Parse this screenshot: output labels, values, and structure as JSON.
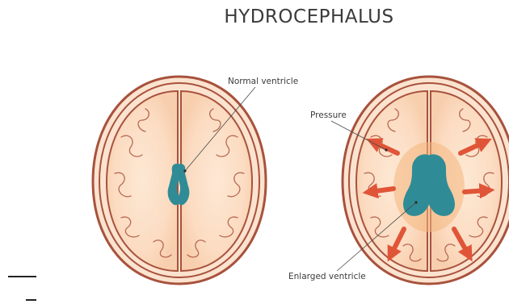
{
  "diagram": {
    "title": "HYDROCEPHALUS",
    "labels": {
      "normal_ventricle": "Normal ventricle",
      "pressure": "Pressure",
      "enlarged_ventricle": "Enlarged ventricle"
    }
  },
  "colors": {
    "skull_outline": "#a8523d",
    "brain_fill": "#fbd9bc",
    "brain_center": "#fde8d4",
    "gyri_lines": "#b86a52",
    "ventricle": "#2f8c96",
    "pressure_arrow": "#e05538",
    "glow": "#f4b77e"
  }
}
